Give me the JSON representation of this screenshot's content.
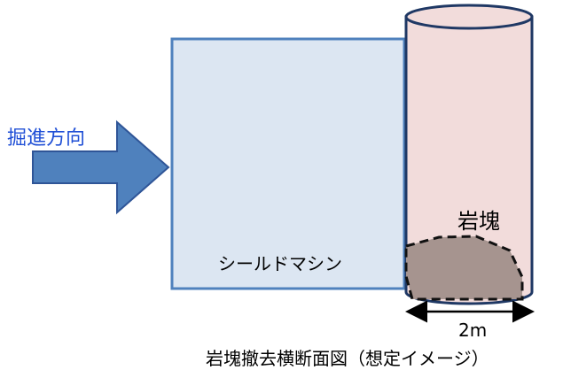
{
  "labels": {
    "advance_direction": "掘進方向",
    "shield_machine": "シールドマシン",
    "boulder": "岩塊",
    "width": "2m",
    "caption": "岩塊撤去横断面図（想定イメージ）"
  },
  "colors": {
    "arrow_fill": "#4f81bd",
    "arrow_stroke": "#2f5597",
    "machine_fill": "#dce6f2",
    "machine_stroke": "#4f81bd",
    "shaft_fill": "#f2dcdb",
    "shaft_stroke": "#1f3864",
    "boulder_fill": "#a6948f",
    "direction_text": "#1f4fd6"
  }
}
